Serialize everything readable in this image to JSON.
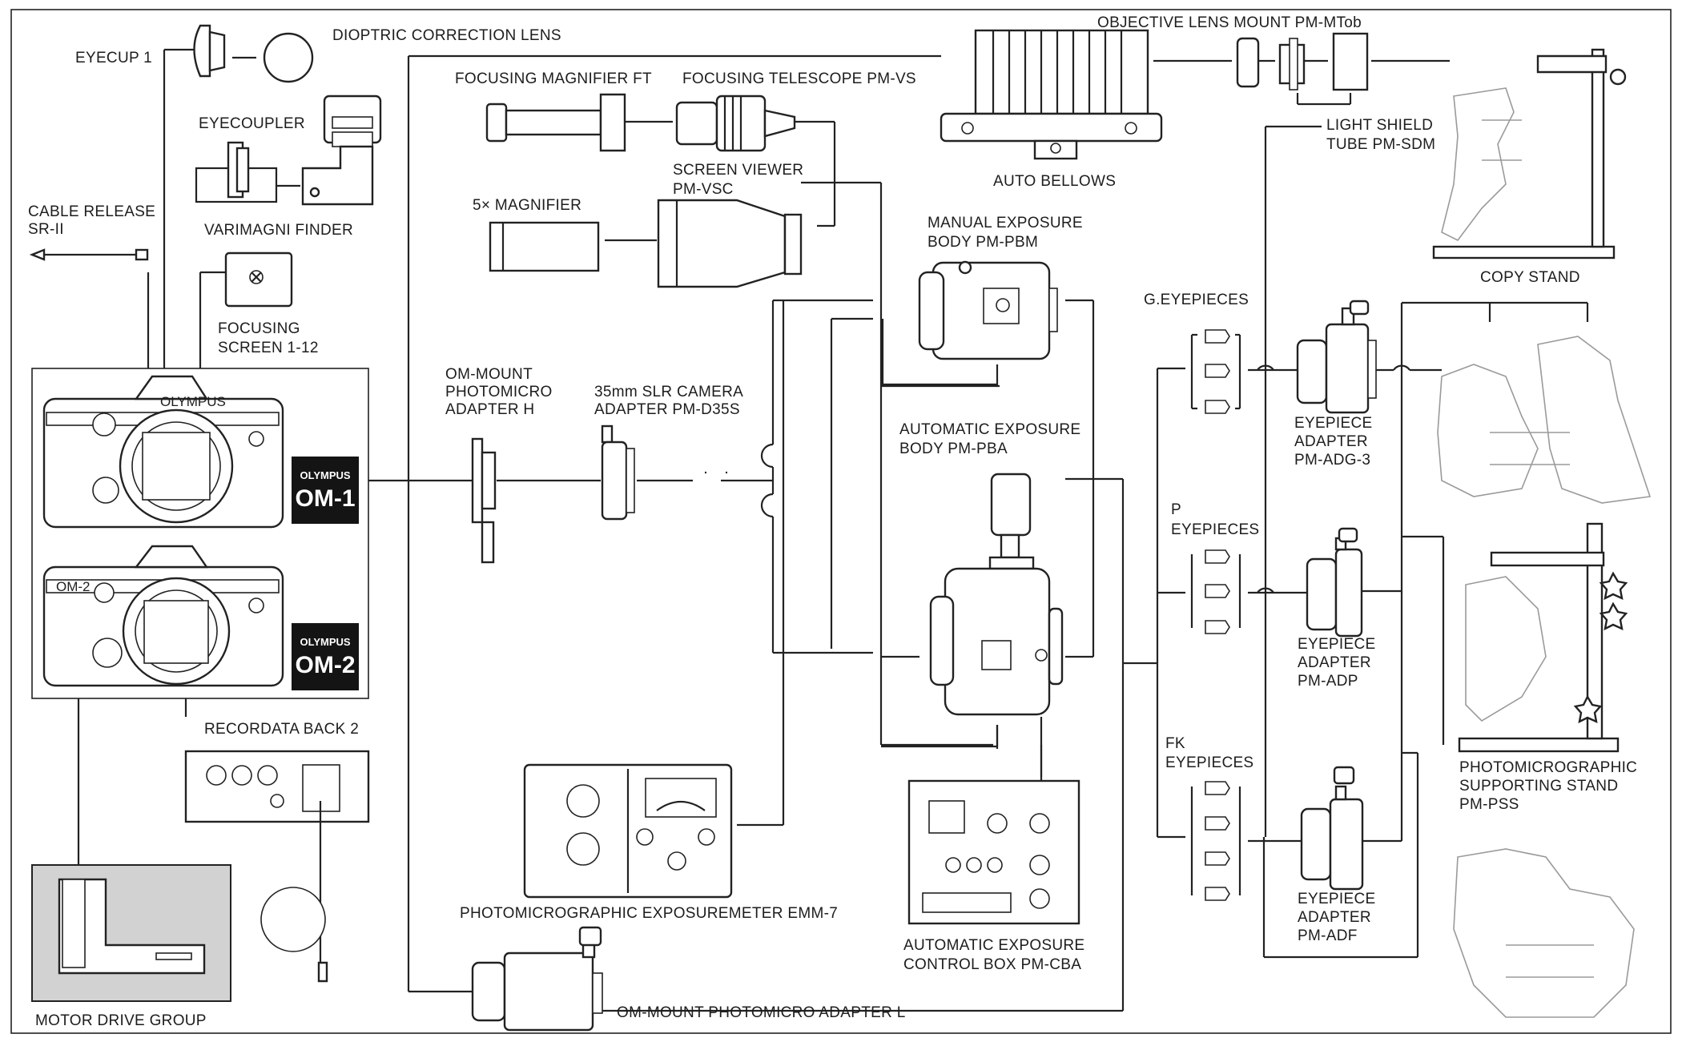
{
  "labels": {
    "eyecup": "EYECUP 1",
    "dioptric": "DIOPTRIC CORRECTION LENS",
    "eyecoupler": "EYECOUPLER",
    "varimagni": "VARIMAGNI FINDER",
    "cable_release_1": "CABLE RELEASE",
    "cable_release_2": "SR-II",
    "focusing_screen_1": "FOCUSING",
    "focusing_screen_2": "SCREEN 1-12",
    "focusing_magnifier": "FOCUSING MAGNIFIER FT",
    "focusing_telescope": "FOCUSING TELESCOPE PM-VS",
    "screen_viewer_1": "SCREEN VIEWER",
    "screen_viewer_2": "PM-VSC",
    "magnifier_5x": "5× MAGNIFIER",
    "objective_mount": "OBJECTIVE LENS MOUNT PM-MTob",
    "auto_bellows": "AUTO BELLOWS",
    "light_shield_1": "LIGHT SHIELD",
    "light_shield_2": "TUBE PM-SDM",
    "copy_stand": "COPY STAND",
    "manual_body_1": "MANUAL EXPOSURE",
    "manual_body_2": "BODY PM-PBM",
    "g_eyepieces": "G.EYEPIECES",
    "om_adapter_h_1": "OM-MOUNT",
    "om_adapter_h_2": "PHOTOMICRO",
    "om_adapter_h_3": "ADAPTER H",
    "slr_adapter_1": "35mm SLR CAMERA",
    "slr_adapter_2": "ADAPTER PM-D35S",
    "auto_body_1": "AUTOMATIC EXPOSURE",
    "auto_body_2": "BODY PM-PBA",
    "adg3_1": "EYEPIECE",
    "adg3_2": "ADAPTER",
    "adg3_3": "PM-ADG-3",
    "p_eyepieces_1": "P",
    "p_eyepieces_2": "EYEPIECES",
    "adp_1": "EYEPIECE",
    "adp_2": "ADAPTER",
    "adp_3": "PM-ADP",
    "recordata": "RECORDATA BACK 2",
    "fk_eyepieces_1": "FK",
    "fk_eyepieces_2": "EYEPIECES",
    "pss_1": "PHOTOMICROGRAPHIC",
    "pss_2": "SUPPORTING STAND",
    "pss_3": "PM-PSS",
    "exposuremeter": "PHOTOMICROGRAPHIC EXPOSUREMETER EMM-7",
    "adf_1": "EYEPIECE",
    "adf_2": "ADAPTER",
    "adf_3": "PM-ADF",
    "control_box_1": "AUTOMATIC EXPOSURE",
    "control_box_2": "CONTROL BOX PM-CBA",
    "motor_drive": "MOTOR DRIVE GROUP",
    "om_adapter_l": "OM-MOUNT PHOTOMICRO ADAPTER L"
  },
  "brands": {
    "om1_maker": "OLYMPUS",
    "om1_model": "OM-1",
    "om2_maker": "OLYMPUS",
    "om2_model": "OM-2"
  }
}
